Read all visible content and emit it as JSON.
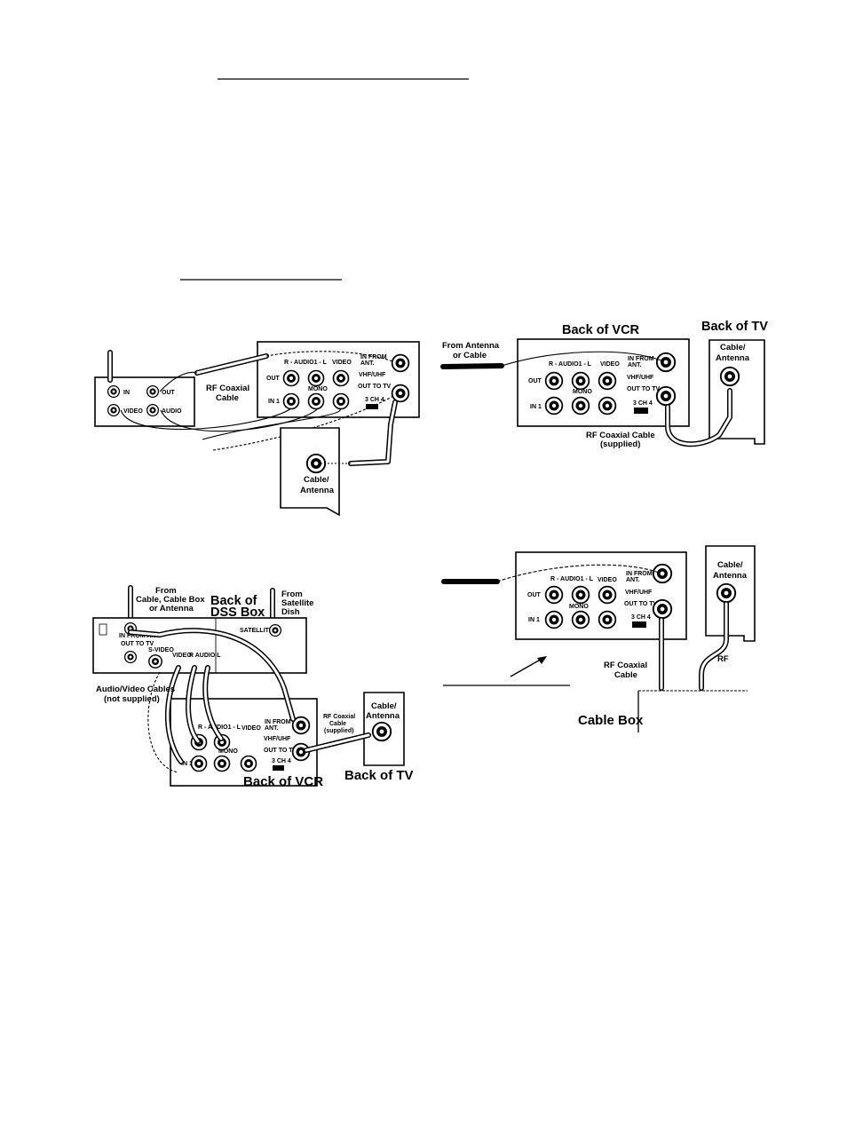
{
  "diagram_labels": {
    "top_left": {
      "rf_coaxial_cable": [
        "RF Coaxial",
        "Cable"
      ],
      "box_in": "IN",
      "box_out": "OUT",
      "box_video": "VIDEO",
      "box_audio": "AUDIO",
      "cable_antenna": [
        "Cable/",
        "Antenna"
      ]
    },
    "vcr_panel": {
      "r_audio_l": "R - AUDIO1 - L",
      "video": "VIDEO",
      "in_from_ant": [
        "IN FROM",
        "ANT."
      ],
      "vhf_uhf": "VHF/UHF",
      "out": "OUT",
      "mono": "MONO",
      "out_to_tv": "OUT TO TV",
      "in1": "IN 1",
      "ch_switch": "3 CH 4"
    },
    "top_right": {
      "from_antenna": [
        "From Antenna",
        "or Cable"
      ],
      "back_of_vcr": "Back of VCR",
      "back_of_tv": "Back of TV",
      "cable_antenna": [
        "Cable/",
        "Antenna"
      ],
      "rf_cable": [
        "RF Coaxial Cable",
        "(supplied)"
      ]
    },
    "bottom_left": {
      "from_cable_box": [
        "From",
        "Cable, Cable Box",
        "or Antenna"
      ],
      "back_of_dss": [
        "Back of",
        "DSS Box"
      ],
      "from_satellite": [
        "From",
        "Satellite",
        "Dish"
      ],
      "satellite_in": "SATELLITE IN",
      "in_from_ant": "IN FROM ANT",
      "out_to_tv": "OUT TO TV",
      "s_video": "S-VIDEO",
      "video": "VIDEO",
      "r_audio_l": "R AUDIO L",
      "av_cables": [
        "Audio/Video Cables",
        "(not supplied)"
      ],
      "rf_cable": [
        "RF Coaxial",
        "Cable",
        "(supplied)"
      ],
      "cable_antenna": [
        "Cable/",
        "Antenna"
      ],
      "back_of_vcr": "Back of VCR",
      "back_of_tv": "Back of TV"
    },
    "bottom_right": {
      "cable_antenna": [
        "Cable/",
        "Antenna"
      ],
      "rf": "RF",
      "rf_coaxial_cable": [
        "RF Coaxial",
        "Cable"
      ],
      "cable_box": "Cable Box"
    }
  }
}
